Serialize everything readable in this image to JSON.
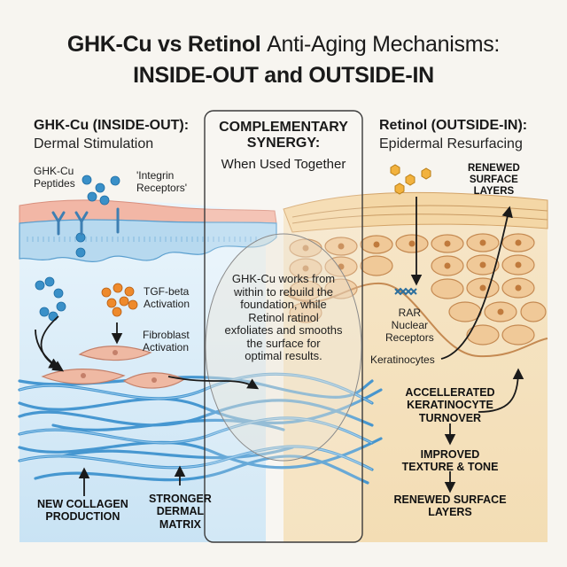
{
  "title": {
    "line1_bold_a": "GHK-Cu vs",
    "line1_bold_b": "Retinol",
    "line1_rest": "Anti-Aging Mechanisms:",
    "line2": "INSIDE-OUT and OUTSIDE-IN"
  },
  "left": {
    "heading": "GHK-Cu (INSIDE-OUT):",
    "subheading": "Dermal Stimulation",
    "peptides_label": "GHK-Cu\nPeptides",
    "integrin_label": "'Integrin\nReceptors'",
    "tgf_label": "TGF-beta\nActivation",
    "fibroblast_label": "Fibroblast\nActivation",
    "collagen_label": "NEW COLLAGEN\nPRODUCTION",
    "matrix_label": "STRONGER\nDERMAL\nMATRIX"
  },
  "center": {
    "heading": "COMPLEMENTARY\nSYNERGY:",
    "subheading": "When Used Together",
    "body": "GHK-Cu works from\nwithin to rebuild the\nfoundation, while\nRetinol ratinol\nexfoliates and smooths\nthe surface for\noptimal results."
  },
  "right": {
    "heading": "Retinol (OUTSIDE-IN):",
    "subheading": "Epidermal Resurfacing",
    "renewed_top": "RENEWED\nSURFACE\nLAYERS",
    "rar_label": "RAR\nNuclear\nReceptors",
    "keratinocytes_label": "Keratinocytes",
    "step1": "ACCELLERATED\nKERATINOCYTE\nTURNOVER",
    "step2": "IMPROVED\nTEXTURE & TONE",
    "step3": "RENEWED SURFACE\nLAYERS"
  },
  "colors": {
    "dermis_blue": "#d6ebf8",
    "collagen": "#3f93cf",
    "epidermis_pink": "#f2b7a6",
    "peptide": "#3a90c8",
    "tgf_orange": "#ee8a2c",
    "fibroblast": "#efb9a3",
    "retinol_yellow": "#f2b23e",
    "epidermis_tan": "#f1d6ad"
  }
}
